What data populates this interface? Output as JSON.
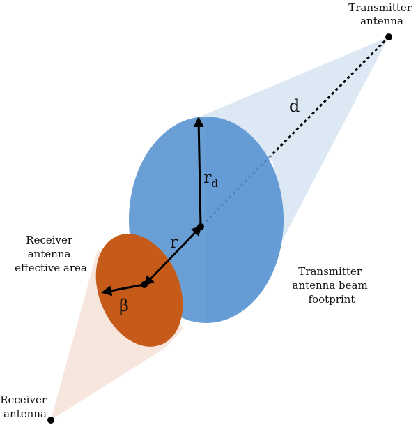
{
  "labels": {
    "transmitter_antenna": [
      "Transmitter",
      "antenna"
    ],
    "receiver_antenna": [
      "Receiver",
      "antenna"
    ],
    "receiver_area": [
      "Receiver",
      "antenna",
      "effective area"
    ],
    "beam_footprint": [
      "Transmitter",
      "antenna beam",
      "footprint"
    ],
    "d": "d",
    "r": "r",
    "r_d_base": "r",
    "r_d_sub": "d",
    "beta": "β"
  },
  "colors": {
    "tx_cone": "#dbe7f4",
    "rx_cone": "#f7e6de",
    "footprint": "#6a9fd6",
    "receiver_ellipse": "#c65a18",
    "line": "#000000"
  }
}
